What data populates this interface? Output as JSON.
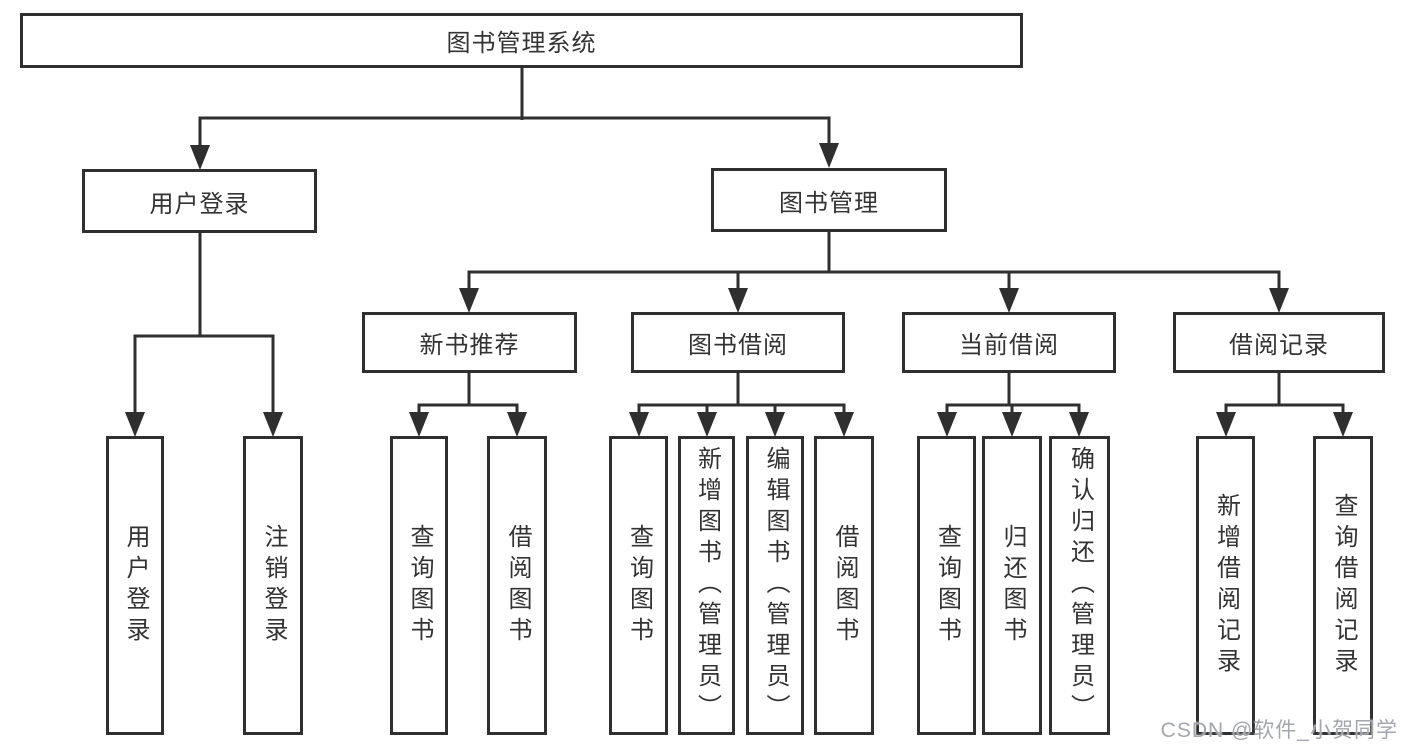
{
  "watermark": "CSDN @软件_小贺同学",
  "colors": {
    "line": "#2f2f2f",
    "box_border": "#2f2f2f",
    "box_background": "#ffffff",
    "text": "#333333",
    "watermark_text": "#a4a6ad",
    "page_background": "#ffffff"
  },
  "tree": {
    "root": {
      "label": "图书管理系统"
    },
    "branches": [
      {
        "label": "用户登录",
        "children": [
          {
            "label": "用户登录"
          },
          {
            "label": "注销登录"
          }
        ]
      },
      {
        "label": "图书管理",
        "children": [
          {
            "label": "新书推荐",
            "children": [
              {
                "label": "查询图书"
              },
              {
                "label": "借阅图书"
              }
            ]
          },
          {
            "label": "图书借阅",
            "children": [
              {
                "label": "查询图书"
              },
              {
                "label": "新增图书（管理员）"
              },
              {
                "label": "编辑图书（管理员）"
              },
              {
                "label": "借阅图书"
              }
            ]
          },
          {
            "label": "当前借阅",
            "children": [
              {
                "label": "查询图书"
              },
              {
                "label": "归还图书"
              },
              {
                "label": "确认归还（管理员）"
              }
            ]
          },
          {
            "label": "借阅记录",
            "children": [
              {
                "label": "新增借阅记录"
              },
              {
                "label": "查询借阅记录"
              }
            ]
          }
        ]
      }
    ]
  }
}
